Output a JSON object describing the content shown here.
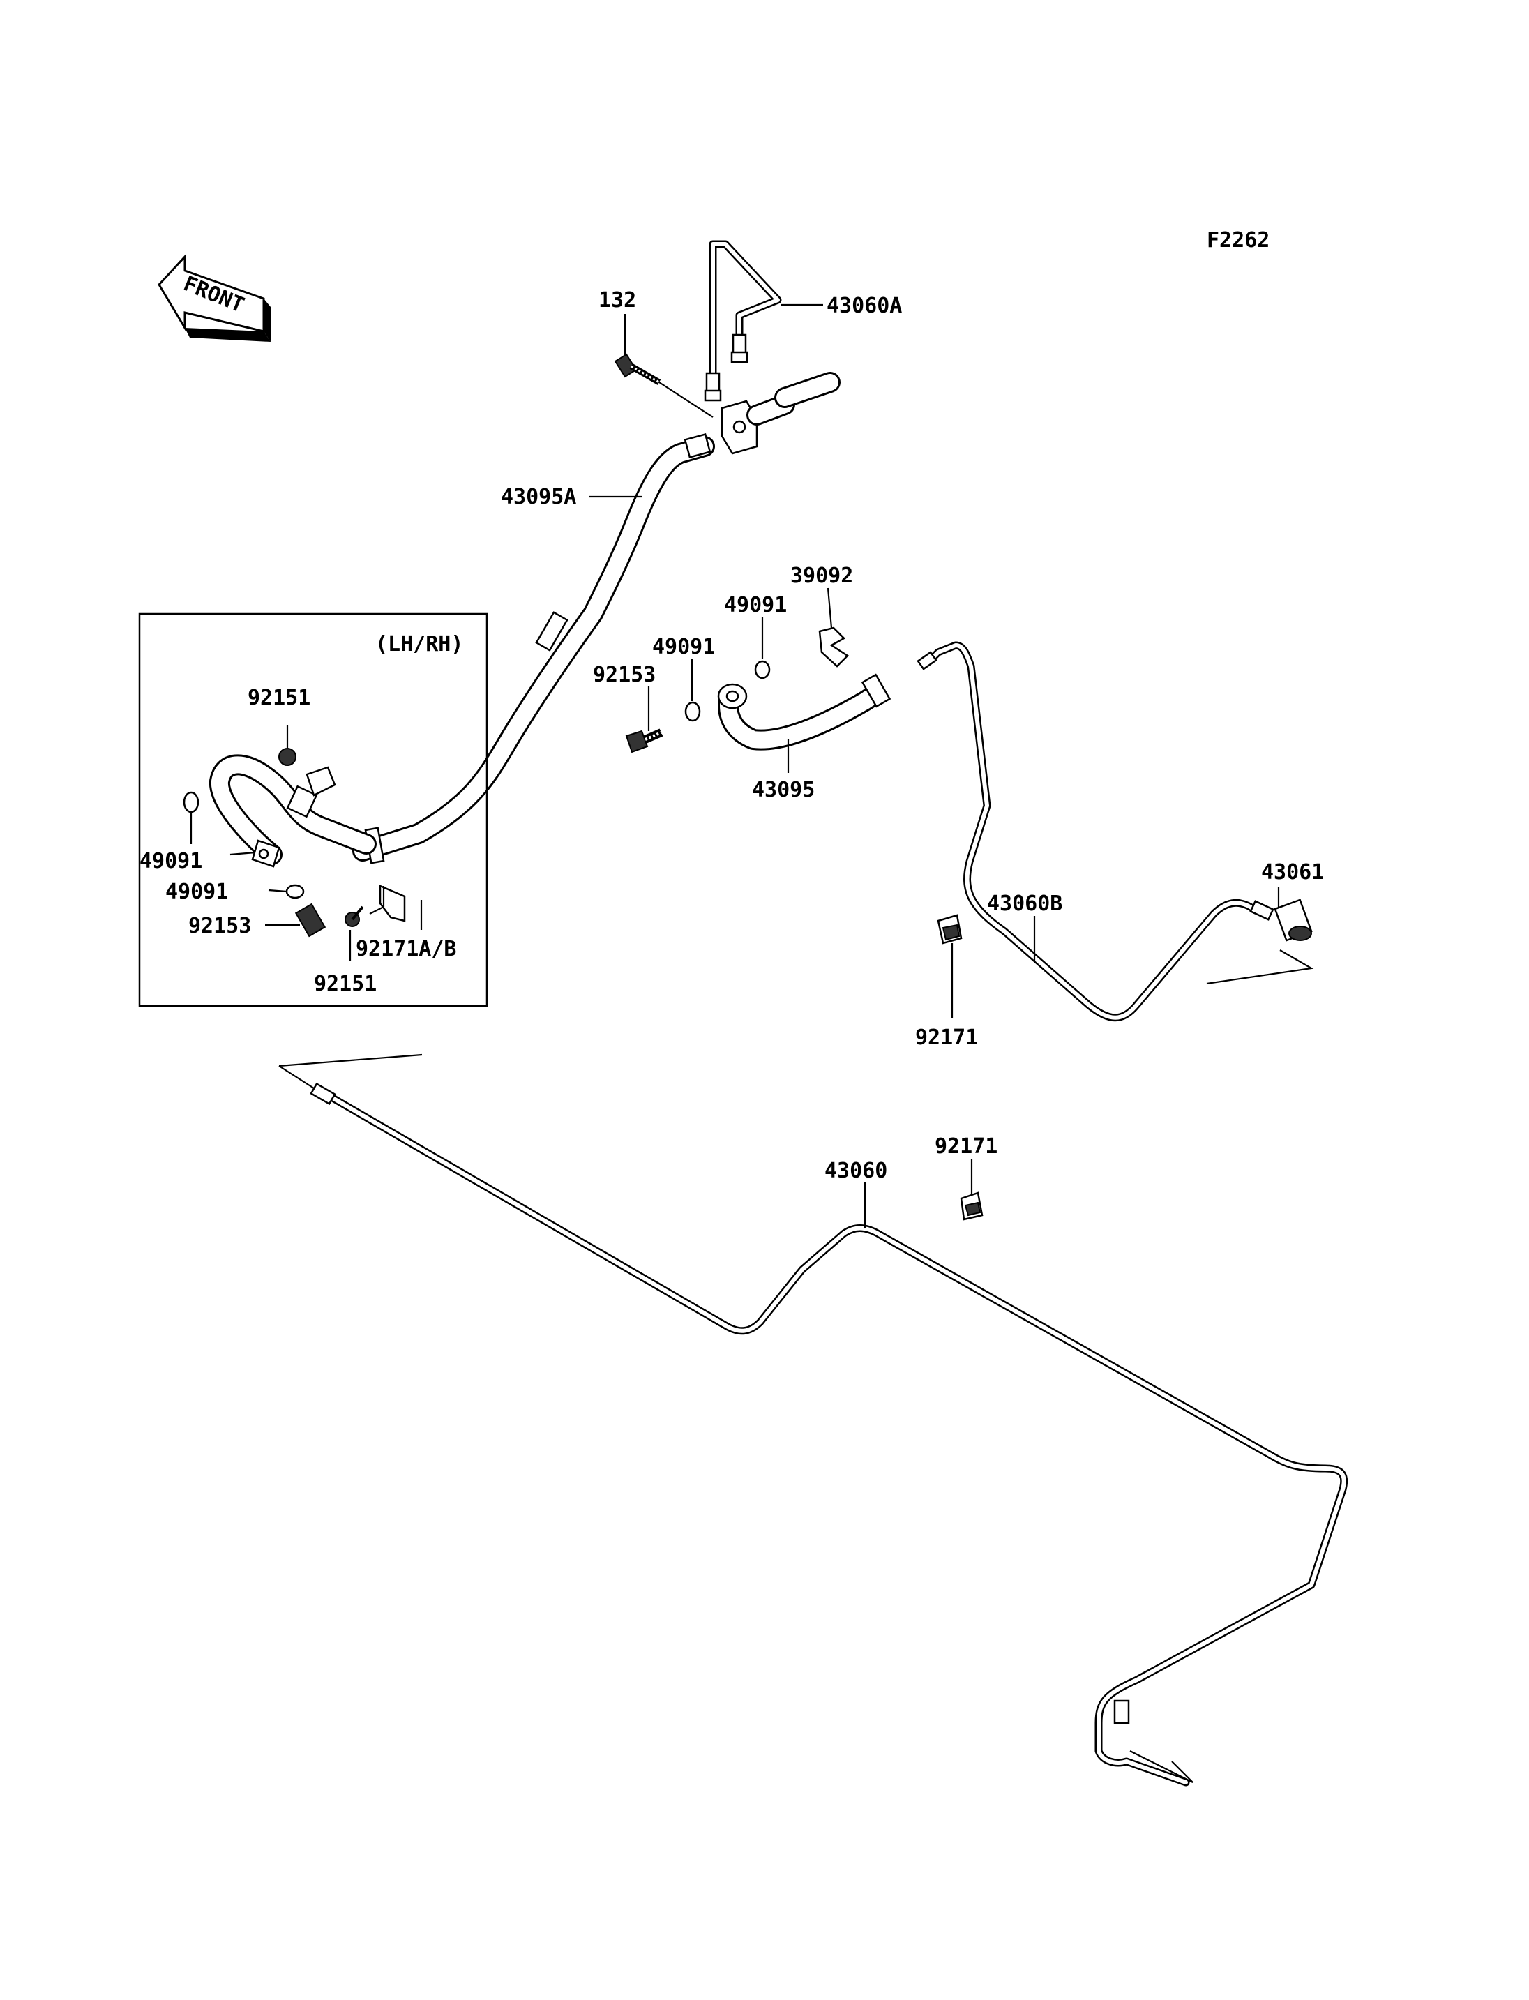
{
  "diagram_code": "F2262",
  "front_arrow_text": "FRONT",
  "inset_label": "(LH/RH)",
  "parts": {
    "p132": "132",
    "p43060A": "43060A",
    "p43095A": "43095A",
    "p39092": "39092",
    "p49091_a": "49091",
    "p49091_b": "49091",
    "p92153_a": "92153",
    "p43095": "43095",
    "p43061": "43061",
    "p43060B": "43060B",
    "p92171_a": "92171",
    "p92171_b": "92171",
    "p43060": "43060",
    "inset_92151_a": "92151",
    "inset_49091_a": "49091",
    "inset_49091_b": "49091",
    "inset_92153": "92153",
    "inset_92171AB": "92171A/B",
    "inset_92151_b": "92151"
  },
  "icons": {
    "front_arrow": "front-arrow-icon"
  }
}
